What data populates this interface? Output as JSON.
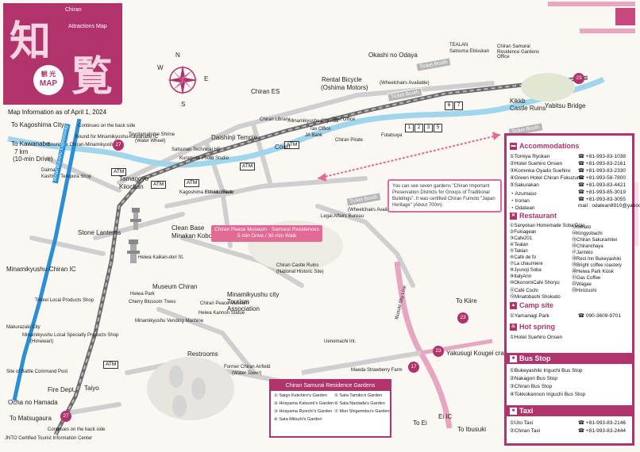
{
  "title": {
    "sub": "Chiran",
    "main": "Attractions Map",
    "kanji_left": "知",
    "kanji_right": "覧",
    "badge_top": "観 光",
    "badge_bottom": "MAP"
  },
  "info_date": "Map Information as of April 1, 2024",
  "compass": {
    "n": "N",
    "e": "E",
    "s": "S",
    "w": "W"
  },
  "labels": {
    "to_kagoshima": "To Kagoshima City",
    "continues_back_top": "Continues on the back side",
    "bound_minamikyushu": "Bound for Minamikyushu-Kawanabe IC",
    "bound_chiran": "Bound for Chiran-Minamikyushu IC",
    "to_kawanabe": "To Kawanabe",
    "km": "7 km",
    "drive10": "(10-min Drive)",
    "daimaki": "Daimaki",
    "kashiwa": "Kashiwa Tempura Shop",
    "expressway": "Minamikyushu Expressway",
    "toyotama": "Toyotamahime Shrine",
    "water_wheel": "(Water Wheel)",
    "satsunan": "Satsunan Technical HS",
    "kuramoto": "Kuramoto Photo Studio",
    "tamagoyo": "Tamagoyo",
    "kiiochan": "Kiiochan",
    "atm": "ATM",
    "stone_lanterns": "Stone Lanterns",
    "clean_base": "Clean Base",
    "minakan": "Minakan Kobo",
    "minamikyushu_ic": "Minamikyushu-Chiran IC",
    "tokkei": "Tokkei Local Products Shop",
    "makurazaki": "Makurazaki City",
    "local_products": "Minamikyushu Local Specialty Products Shop",
    "himewari": "(Himewari)",
    "battle_site": "Site of Battle Command Post",
    "fire_dept": "Fire Dept.",
    "taiyo": "Taiyo",
    "ocha": "Ocha no Hamada",
    "to_matsugaura": "To Matsugaura",
    "continues_back_bottom": "Continues on the back side",
    "jnto": "JNTO Certified Tourist Information Center",
    "chiran_es": "Chiran ES",
    "rental_bicycle": "Rental Bicycle",
    "oshima": "(Oshima Motors)",
    "daishinji": "Daishinji Temple",
    "court": "Court",
    "ja_bank": "JA Bank",
    "chiran_library": "Chiran Library",
    "city_hall": "Minamikyushu City Hall",
    "tax_office": "Tax Office",
    "chiran_pirate": "Chiran Pirate",
    "post_office": "Post Office",
    "okashi": "Okashi no Odaya",
    "tealan": "TEALAN",
    "tealan_sub": "Satsuma Ebisukan",
    "garden_office": "Chiran Samurai Residence Gardens Office",
    "ticket_booth": "Ticket Booth",
    "wheelchairs": "(Wheelchairs Available)",
    "futatsuya": "Futatsuya",
    "kikkb": "Kikkb",
    "castle_ruins": "Castle Ruins",
    "yabitsu": "Yabitsu Bridge",
    "pink_text": "You can see seven gardens \"Chiran Important Preservation Districts for Groups of Traditional Buildings\". It was certified Chiran Fumoto \"Japan Heritage\" (About 700m)",
    "drive_note_1": "Chiran Peace Museum - Samurai Residences",
    "drive_note_2": "5-min Drive / 30-min Walk",
    "heiwa": "Heiwa Kaikan-dori St.",
    "museum": "Museum Chiran",
    "peace_museum": "Chiran Peace Museum",
    "tourism": "Minamikyushu city Tourism Association",
    "heiwa_park": "Heiwa Park",
    "cherry": "Cherry Blossom Trees",
    "kannon": "Heiwa Kannon Statue",
    "vending": "Minamikyushu Vending Machine",
    "restrooms": "Restrooms",
    "airfield": "Former Chiran Airfield",
    "water_tower": "(Water Tower)",
    "uenomachi": "Uenomachi Int.",
    "castle_park": "Chiran Castle Ruins",
    "castle_park_sub": "(National Historic Site)",
    "ibusuki_line": "Ibusuki Sky Line",
    "to_kiire": "To Kiire",
    "yakusugi": "Yakusugi Kougei crafts",
    "maeda": "Maeda Strawberry Farm",
    "to_ei": "To Ei",
    "ei_ic": "Ei IC",
    "to_ibusuki": "To Ibusuki",
    "shinkyo": "Kagoshima Shinkin Bank",
    "futsuko": "Futsuko River",
    "legal_affairs": "Legal Affairs Bureau",
    "wheelchairs2": "(Wheelchairs Available)"
  },
  "gardens": {
    "title": "Chiran Samurai Residence Gardens",
    "items": [
      "① Saigo Keiichiro's Garden",
      "② Hirayama Katsumi's Garden",
      "③ Hirayama Ryoichi's Garden",
      "④ Sata Mitsuhi's Garden",
      "⑤ Sata Tamiko's Garden",
      "⑥ Sata Naotada's Garden",
      "⑦ Mori Shigemitsu's Garden"
    ]
  },
  "panel": {
    "accommodations": {
      "title": "Accommodations",
      "items": [
        {
          "name": "①Tomiya Ryokan",
          "phone": "☎ +81-993-83-1038"
        },
        {
          "name": "②Hotel Suehiro Onsen",
          "phone": "☎ +81-993-83-2161"
        },
        {
          "name": "③Kominka Oyado Suehiro",
          "phone": "☎ +81-993-83-2330"
        },
        {
          "name": "④Green Hotel Chiran Fukuzumi",
          "phone": "☎ +81-993-58-7800"
        },
        {
          "name": "⑤Sakurakan",
          "phone": "☎ +81-993-83-4421"
        },
        {
          "name": "・Azumaso",
          "phone": "☎ +81-993-85-3019"
        },
        {
          "name": "・Irorian",
          "phone": "☎ +81-993-83-3055"
        },
        {
          "name": "・Odatean",
          "phone": "mail : odatean8910@yahoo.co.jp"
        }
      ]
    },
    "restaurant": {
      "title": "Restaurant",
      "left": [
        "①Sanyokan Homemade Soba Dojo",
        "②Fukiagean",
        "③Cafe201",
        "④Tealan",
        "⑤Takian",
        "⑥Café de fo",
        "⑦La chaumiere",
        "⑧Jyunoji Soba",
        "⑨ItalyAnn",
        "⑩OkonomiCafe Shoryu",
        "⑪Café Cochi",
        "⑫Minatobashi Shokudo"
      ],
      "right": [
        "⑬tomato",
        "⑭Kingyobachi",
        "⑮Chiran Sakuramitei",
        "⑯Chiranchaya",
        "⑰Jariniko",
        "⑱Rest Inn Bukeyashiki",
        "⑲Bright coffee roastery",
        "⑳Heiwa Park Kiosk",
        "㉑Gas Coffee",
        "㉒Wagae",
        "㉓Hirozushi"
      ]
    },
    "camp": {
      "title": "Camp site",
      "name": "①Yamanagi Park",
      "phone": "☎ 090-3609-9701"
    },
    "hotspring": {
      "title": "Hot spring",
      "name": "①Hotel Suehiro Onsen"
    },
    "bus": {
      "title": "Bus Stop",
      "items": [
        "①Bukeyashiki Iriguchi Bus Stop",
        "②Nakagori Bus Stop",
        "③Chiran Bus Stop",
        "④Tokkokannon Iriguchi Bus Stop"
      ]
    },
    "taxi": {
      "title": "Taxi",
      "items": [
        {
          "name": "①Uto Taxi",
          "phone": "☎ +81-993-83-2146"
        },
        {
          "name": "②Chiran Taxi",
          "phone": "☎ +81-993-83-2444"
        }
      ]
    }
  },
  "routes": {
    "r27a": "27",
    "r27b": "27",
    "r23": "23",
    "r17": "17",
    "r23b": "23",
    "r23c": "23"
  },
  "colors": {
    "brand": "#b1336b",
    "pink": "#e36a97",
    "road": "#a9a9a9",
    "river": "#9fd6ee",
    "expressway": "#2a8fd6"
  }
}
